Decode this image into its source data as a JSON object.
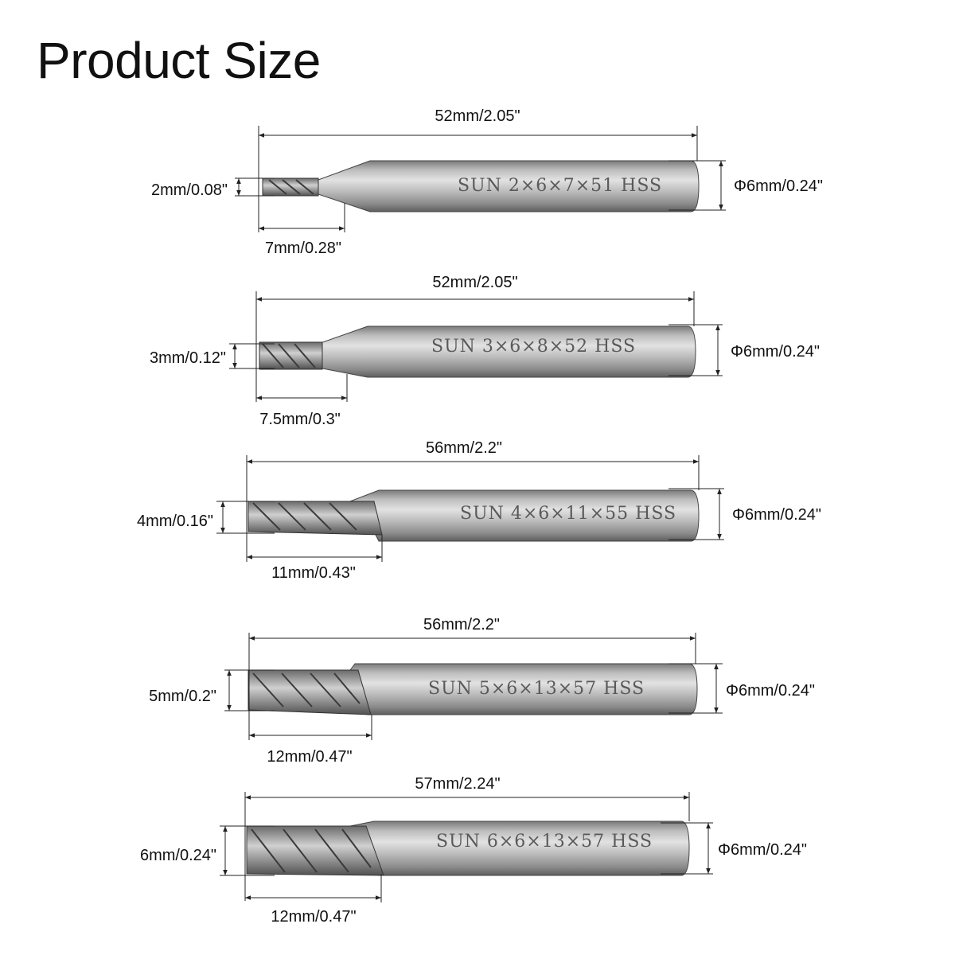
{
  "title": "Product Size",
  "colors": {
    "background": "#ffffff",
    "text": "#111111",
    "steel_light": "#d8d8d8",
    "steel_dark": "#6e6e6e"
  },
  "items": [
    {
      "overall_length": "52mm/2.05\"",
      "cutting_diameter": "2mm/0.08\"",
      "flute_length": "7mm/0.28\"",
      "shank_diameter": "Φ6mm/0.24\"",
      "marking": "SUN 2×6×7×51 HSS"
    },
    {
      "overall_length": "52mm/2.05\"",
      "cutting_diameter": "3mm/0.12\"",
      "flute_length": "7.5mm/0.3\"",
      "shank_diameter": "Φ6mm/0.24\"",
      "marking": "SUN 3×6×8×52 HSS"
    },
    {
      "overall_length": "56mm/2.2\"",
      "cutting_diameter": "4mm/0.16\"",
      "flute_length": "11mm/0.43\"",
      "shank_diameter": "Φ6mm/0.24\"",
      "marking": "SUN 4×6×11×55 HSS"
    },
    {
      "overall_length": "56mm/2.2\"",
      "cutting_diameter": "5mm/0.2\"",
      "flute_length": "12mm/0.47\"",
      "shank_diameter": "Φ6mm/0.24\"",
      "marking": "SUN 5×6×13×57 HSS"
    },
    {
      "overall_length": "57mm/2.24\"",
      "cutting_diameter": "6mm/0.24\"",
      "flute_length": "12mm/0.47\"",
      "shank_diameter": "Φ6mm/0.24\"",
      "marking": "SUN 6×6×13×57 HSS"
    }
  ]
}
